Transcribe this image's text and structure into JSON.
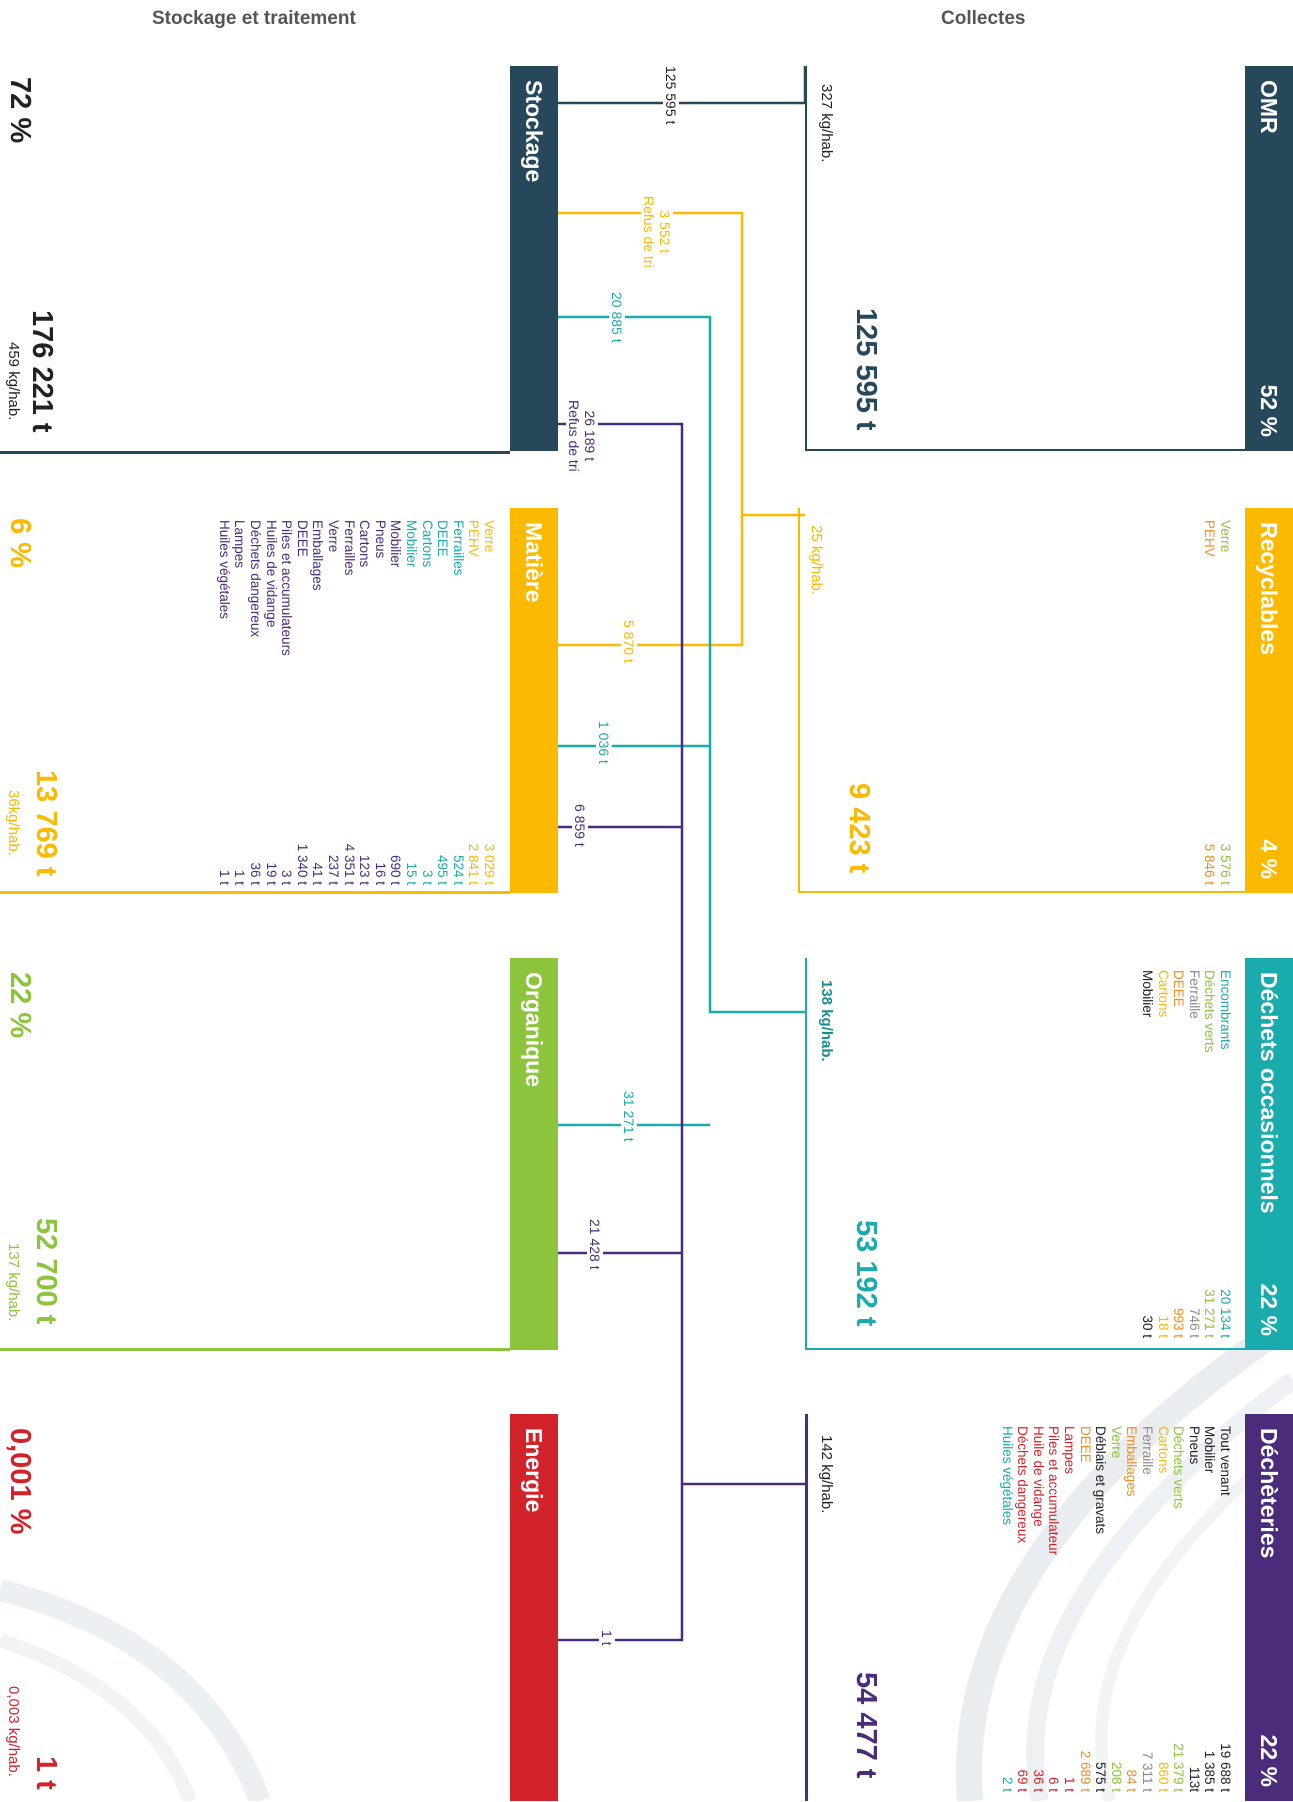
{
  "headers": {
    "left": "Stockage et traitement",
    "right": "Collectes"
  },
  "colors": {
    "navy": "#27485a",
    "yellow": "#fbb900",
    "teal": "#1aacac",
    "purple": "#4a2c7a",
    "green": "#8cc43c",
    "red": "#d2232a",
    "orange": "#f28c1e",
    "grey": "#8a8a8a"
  },
  "collectes": [
    {
      "name": "OMR",
      "pct": "52 %",
      "total": "125 595 t",
      "per_hab": "327 kg/hab.",
      "items": []
    },
    {
      "name": "Recyclables",
      "pct": "4 %",
      "total": "9 423 t",
      "per_hab": "25 kg/hab.",
      "items": [
        {
          "label": "Verre",
          "value": "3 576 t"
        },
        {
          "label": "PEHV",
          "value": "5 846 t"
        }
      ]
    },
    {
      "name": "Déchets occasionnels",
      "pct": "22 %",
      "total": "53 192 t",
      "per_hab": "138 kg/hab.",
      "items": [
        {
          "label": "Encombrants",
          "value": "20 134 t"
        },
        {
          "label": "Déchets verts",
          "value": "31 271 t"
        },
        {
          "label": "Ferraille",
          "value": "746 t"
        },
        {
          "label": "DEEE",
          "value": "993 t"
        },
        {
          "label": "Cartons",
          "value": "18 t"
        },
        {
          "label": "Mobilier",
          "value": "30 t"
        }
      ]
    },
    {
      "name": "Déchèteries",
      "pct": "22 %",
      "total": "54 477 t",
      "per_hab": "142 kg/hab.",
      "items": [
        {
          "label": "Tout venant",
          "value": "19 688 t"
        },
        {
          "label": "Mobilier",
          "value": "1 385 t"
        },
        {
          "label": "Pneus",
          "value": "113t"
        },
        {
          "label": "Déchets verts",
          "value": "21 379 t"
        },
        {
          "label": "Cartons",
          "value": "860 t"
        },
        {
          "label": "Ferraille",
          "value": "7 311 t"
        },
        {
          "label": "Emballages",
          "value": "84 t"
        },
        {
          "label": "Verre",
          "value": "208 t"
        },
        {
          "label": "Déblais et gravats",
          "value": "575 t"
        },
        {
          "label": "DEEE",
          "value": "2 689 t"
        },
        {
          "label": "Lampes",
          "value": "1 t"
        },
        {
          "label": "Piles et accumulateur",
          "value": "6 t"
        },
        {
          "label": "Huile de vidange",
          "value": "36 t"
        },
        {
          "label": "Déchets dangereux",
          "value": "69 t"
        },
        {
          "label": "Huiles végétales",
          "value": "2 t"
        }
      ]
    }
  ],
  "traitement": [
    {
      "name": "Stockage",
      "pct": "72 %",
      "total": "176 221 t",
      "per_hab": "459 kg/hab.",
      "items": []
    },
    {
      "name": "Matière",
      "pct": "6 %",
      "total": "13 769 t",
      "per_hab": "36kg/hab.",
      "items": [
        {
          "label": "Verre",
          "value": "3 029 t"
        },
        {
          "label": "PEHV",
          "value": "2 841 t"
        },
        {
          "label": "Ferrailles",
          "value": "524 t"
        },
        {
          "label": "DEEE",
          "value": "495 t"
        },
        {
          "label": "Cartons",
          "value": "3 t"
        },
        {
          "label": "Mobilier",
          "value": "15 t"
        },
        {
          "label": "Mobilier",
          "value": "690 t"
        },
        {
          "label": "Pneus",
          "value": "16 t"
        },
        {
          "label": "Cartons",
          "value": "123 t"
        },
        {
          "label": "Ferrailles",
          "value": "4 351 t"
        },
        {
          "label": "Verre",
          "value": "237 t"
        },
        {
          "label": "Emballages",
          "value": "41 t"
        },
        {
          "label": "DEEE",
          "value": "1 340 t"
        },
        {
          "label": "Piles et accumulateurs",
          "value": "3 t"
        },
        {
          "label": "Huiles de vidange",
          "value": "19 t"
        },
        {
          "label": "Déchets dangereux",
          "value": "36 t"
        },
        {
          "label": "Lampes",
          "value": "1 t"
        },
        {
          "label": "Huiles végétales",
          "value": "1 t"
        }
      ]
    },
    {
      "name": "Organique",
      "pct": "22 %",
      "total": "52 700 t",
      "per_hab": "137 kg/hab.",
      "items": []
    },
    {
      "name": "Energie",
      "pct": "0,001 %",
      "total": "1 t",
      "per_hab": "0,003 kg/hab.",
      "items": []
    }
  ],
  "flows": {
    "omr_stockage": "125 595 t",
    "refus_recyclables": "3 552 t",
    "refus_recyclables_label": "Refus de tri",
    "occasionnels_stockage": "20 885 t",
    "decheteries_stockage": "26 189 t",
    "decheteries_stockage_label": "Refus de tri",
    "recyclables_matiere": "5 870 t",
    "occasionnels_matiere": "1 036 t",
    "decheteries_matiere": "6 859 t",
    "occasionnels_organique": "31 271 t",
    "decheteries_organique": "21 428 t",
    "decheteries_energie": "1 t"
  }
}
